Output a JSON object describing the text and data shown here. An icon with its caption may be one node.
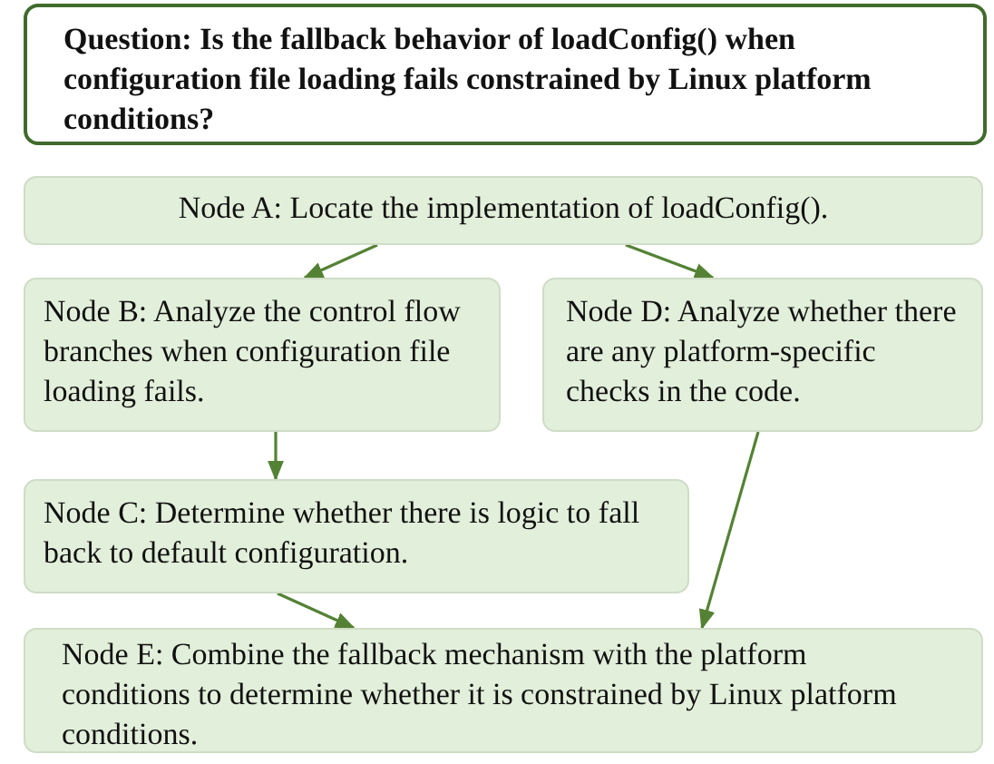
{
  "diagram": {
    "nodes": [
      {
        "text": [
          "Question: Is the fallback behavior of loadConfig() when configuration file loading fails constrained by Linux platform conditions?"
        ]
      },
      {
        "text": [
          "Node A: Locate the implementation of loadConfig()."
        ]
      },
      {
        "text": [
          "Node B: Analyze the control flow branches when configuration file loading fails."
        ]
      },
      {
        "text": [
          "Node D: Analyze whether there are any platform-specific checks in the code."
        ]
      },
      {
        "text": [
          "Node C: Determine whether there is logic to fall back to default configuration."
        ]
      },
      {
        "text": [
          "Node E: Combine the fallback mechanism with the platform conditions to determine whether it is constrained by Linux platform conditions."
        ]
      }
    ],
    "edges": [
      {
        "from": 1,
        "to": 2,
        "arrow": "to"
      },
      {
        "from": 1,
        "to": 3,
        "arrow": "to"
      },
      {
        "from": 2,
        "to": 4,
        "arrow": "to"
      },
      {
        "from": 3,
        "to": 5,
        "arrow": "to"
      },
      {
        "from": 4,
        "to": 5,
        "arrow": "to"
      }
    ]
  }
}
